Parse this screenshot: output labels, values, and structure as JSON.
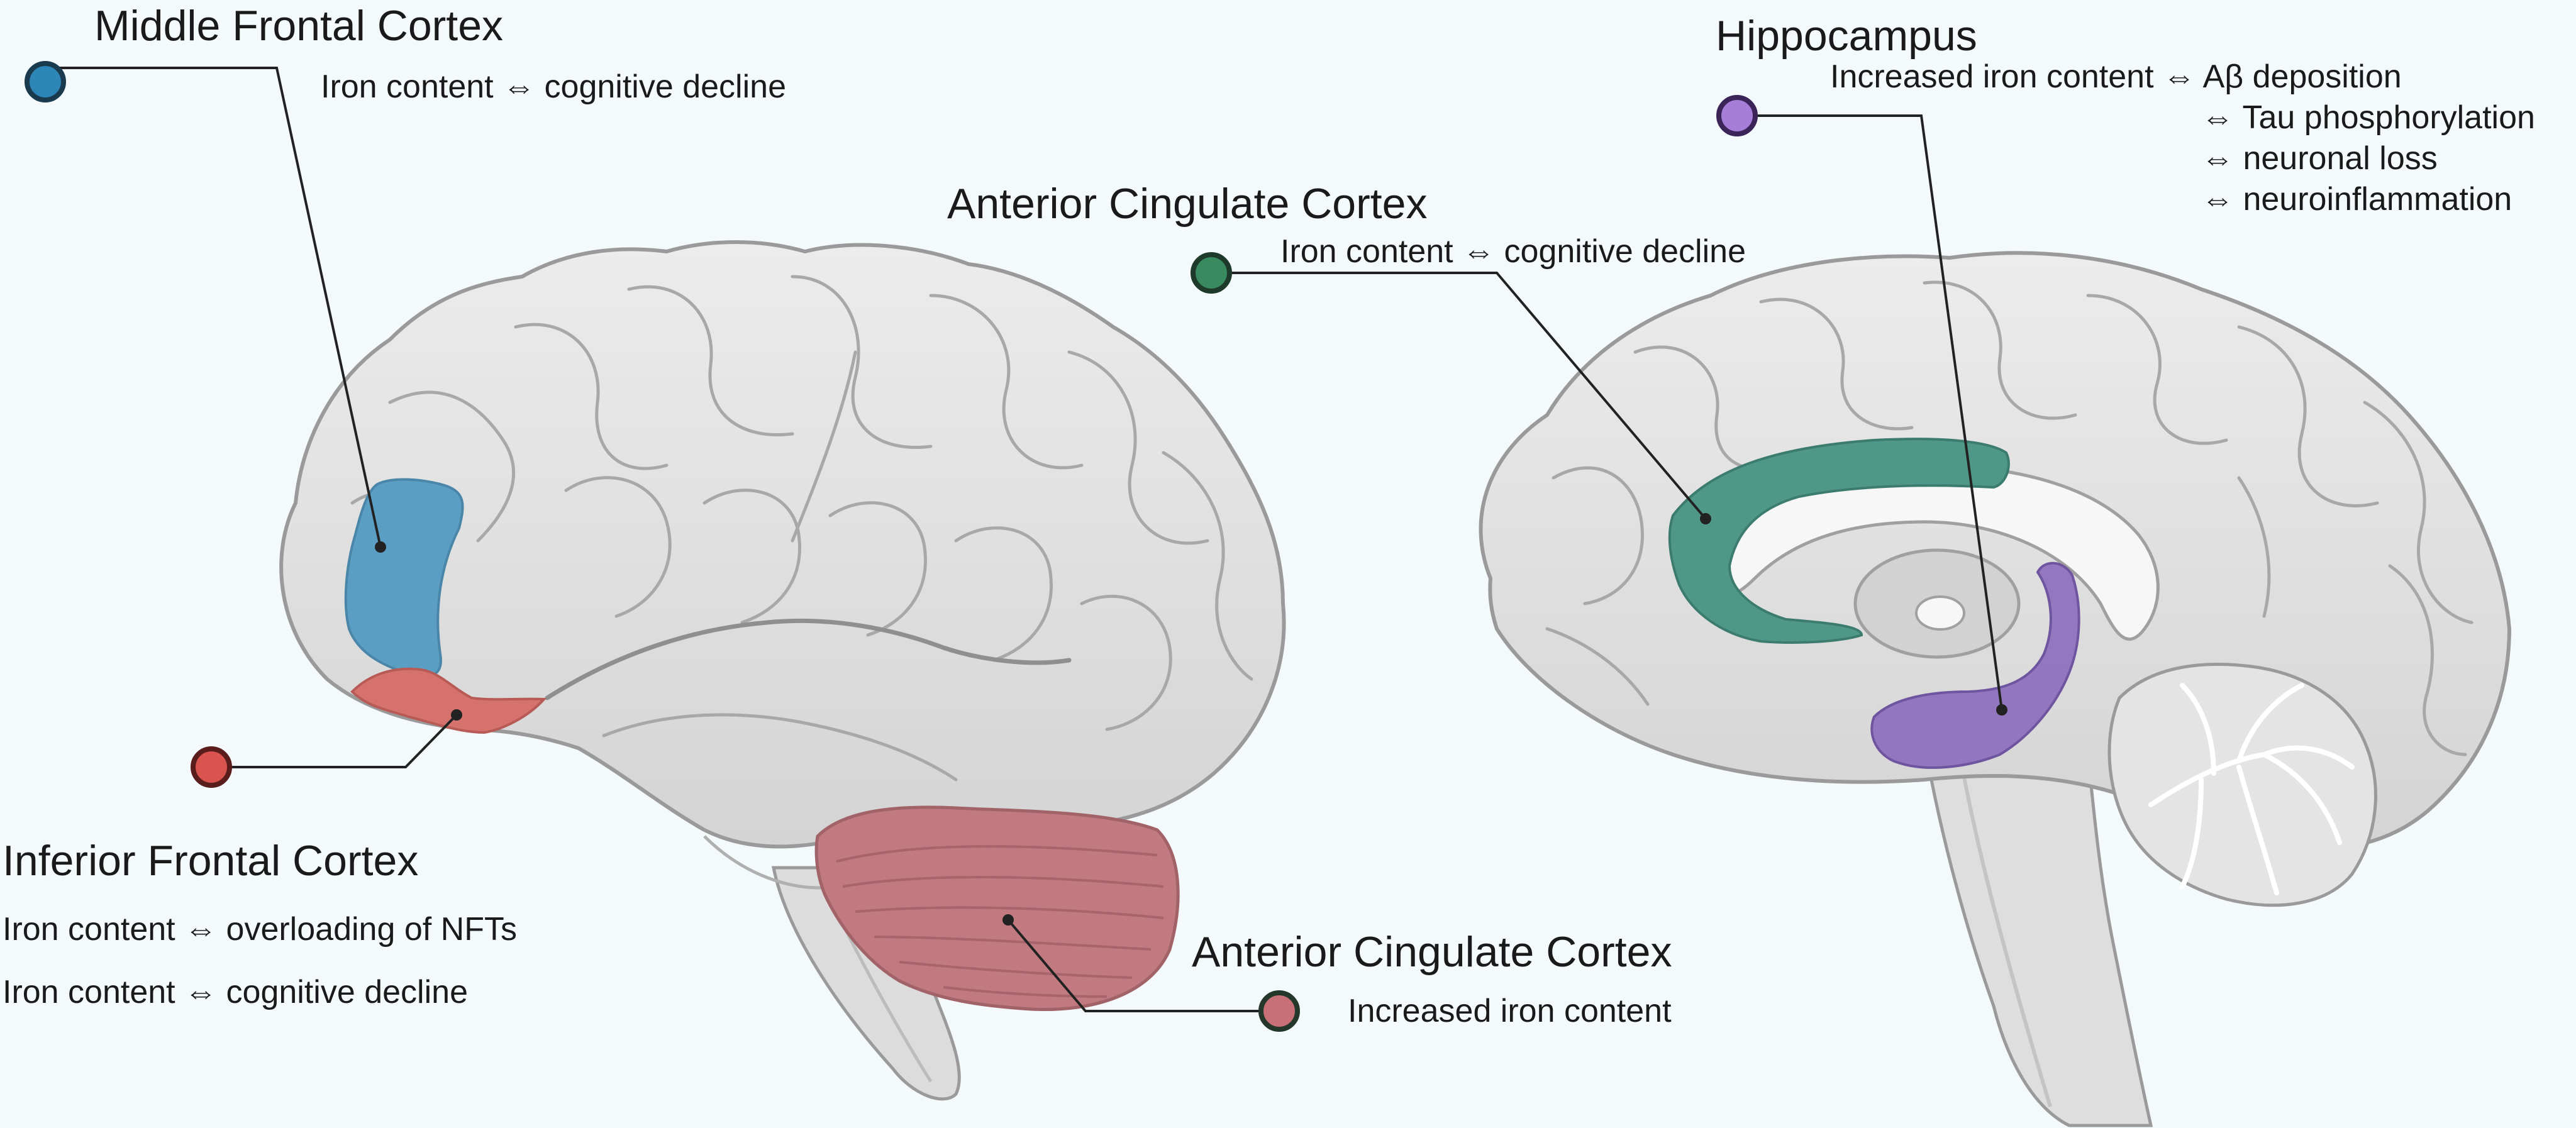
{
  "colors": {
    "background": "#f4f9fc",
    "brain_fill": "#e2e2e2",
    "brain_outline": "#9a9a9a",
    "middle_frontal": "#5b9ec4",
    "inferior_frontal": "#d6726d",
    "cerebellum_left": "#c07a80",
    "anterior_cingulate": "#4f9888",
    "hippocampus": "#8c6fbd",
    "leader_line": "#222222"
  },
  "regions": {
    "middle_frontal": {
      "title": "Middle Frontal Cortex",
      "lines": [
        "Iron content ⇔ cognitive decline"
      ],
      "marker_icon": "marker-dot-blue"
    },
    "inferior_frontal": {
      "title": "Inferior Frontal Cortex",
      "lines": [
        "Iron content ⇔ overloading of NFTs",
        "Iron content ⇔ cognitive decline"
      ],
      "marker_icon": "marker-dot-red"
    },
    "cerebellum_left": {
      "title": "Anterior Cingulate Cortex",
      "lines": [
        "Increased iron content"
      ],
      "marker_icon": "marker-dot-rose"
    },
    "anterior_cingulate": {
      "title": "Anterior Cingulate Cortex",
      "lines": [
        "Iron content ⇔ cognitive decline"
      ],
      "marker_icon": "marker-dot-green"
    },
    "hippocampus": {
      "title": "Hippocampus",
      "lines": [
        "Increased iron content ⇔ Aβ deposition",
        "⇔ Tau phosphorylation",
        "⇔ neuronal loss",
        "⇔  neuroinflammation"
      ],
      "marker_icon": "marker-dot-purple"
    }
  }
}
